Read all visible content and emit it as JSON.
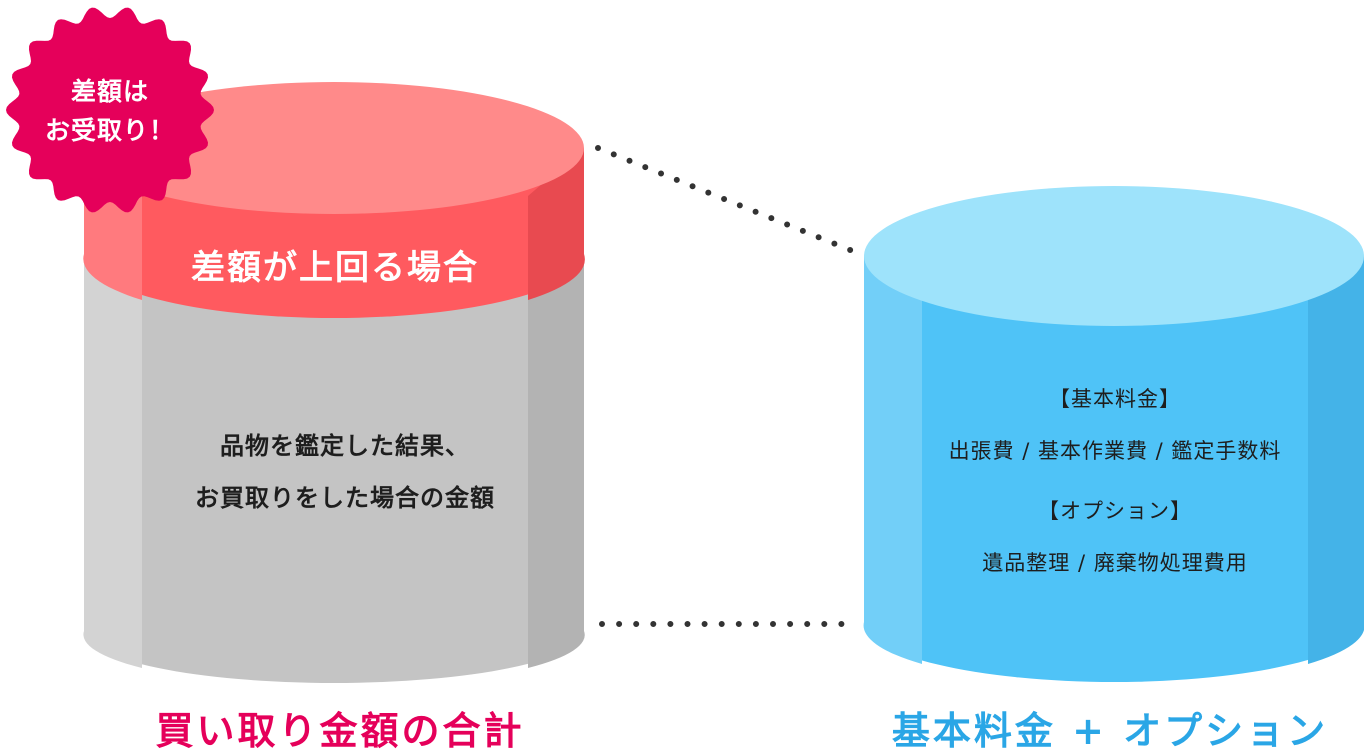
{
  "left_cylinder": {
    "band_label": "差額が上回る場合",
    "description_lines": [
      "品物を鑑定した結果、",
      "お買取りをした場合の金額"
    ],
    "caption": "買い取り金額の合計"
  },
  "badge": {
    "lines": [
      "差額は",
      "お受取り！"
    ]
  },
  "right_cylinder": {
    "basic_heading": "【基本料金】",
    "basic_items": "出張費 / 基本作業費 / 鑑定手数料",
    "option_heading": "【オプション】",
    "option_items": "遺品整理 / 廃棄物処理費用",
    "caption": "基本料金 + オプション"
  },
  "colors": {
    "red": "#ff5a5f",
    "red_top": "#ff8a8a",
    "gray": "#c4c4c4",
    "blue": "#4fc3f7",
    "blue_top": "#9ee3fb",
    "badge": "#e5005a",
    "caption_pink": "#e5005a",
    "caption_blue": "#2aa6e6"
  }
}
